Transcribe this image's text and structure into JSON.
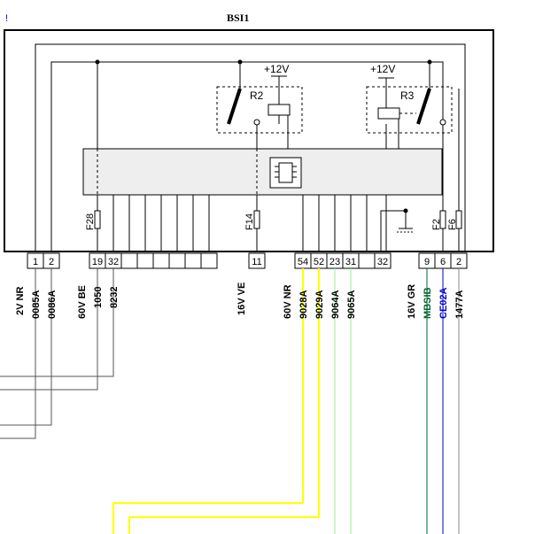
{
  "title": "BSI1",
  "corner_mark": "!",
  "colors": {
    "line": "#000000",
    "green": "#006633",
    "blue": "#0000cc",
    "yellow": "#ffff00",
    "lightgreen": "#99ee99",
    "gray": "#888888"
  },
  "relays": [
    {
      "name": "R2",
      "supply": "+12V"
    },
    {
      "name": "R3",
      "supply": "+12V"
    }
  ],
  "fuses": [
    "F28",
    "F14",
    "F2",
    "F6"
  ],
  "connector_pins": [
    "1",
    "2",
    "19",
    "32",
    "11",
    "54",
    "52",
    "23",
    "31",
    "32",
    "9",
    "6",
    "2"
  ],
  "wire_labels": [
    {
      "text": "2V NR",
      "color": "#000000"
    },
    {
      "text": "0085A",
      "color": "#000000"
    },
    {
      "text": "0086A",
      "color": "#000000"
    },
    {
      "text": "60V BE",
      "color": "#000000"
    },
    {
      "text": "1050",
      "color": "#000000"
    },
    {
      "text": "8232",
      "color": "#000000"
    },
    {
      "text": "16V VE",
      "color": "#000000"
    },
    {
      "text": "60V NR",
      "color": "#000000"
    },
    {
      "text": "9028A",
      "color": "#000000"
    },
    {
      "text": "9029A",
      "color": "#000000"
    },
    {
      "text": "9064A",
      "color": "#000000"
    },
    {
      "text": "9065A",
      "color": "#000000"
    },
    {
      "text": "16V GR",
      "color": "#000000"
    },
    {
      "text": "MBSIB",
      "color": "#006633"
    },
    {
      "text": "CE02A",
      "color": "#0000cc"
    },
    {
      "text": "1477A",
      "color": "#000000"
    }
  ]
}
